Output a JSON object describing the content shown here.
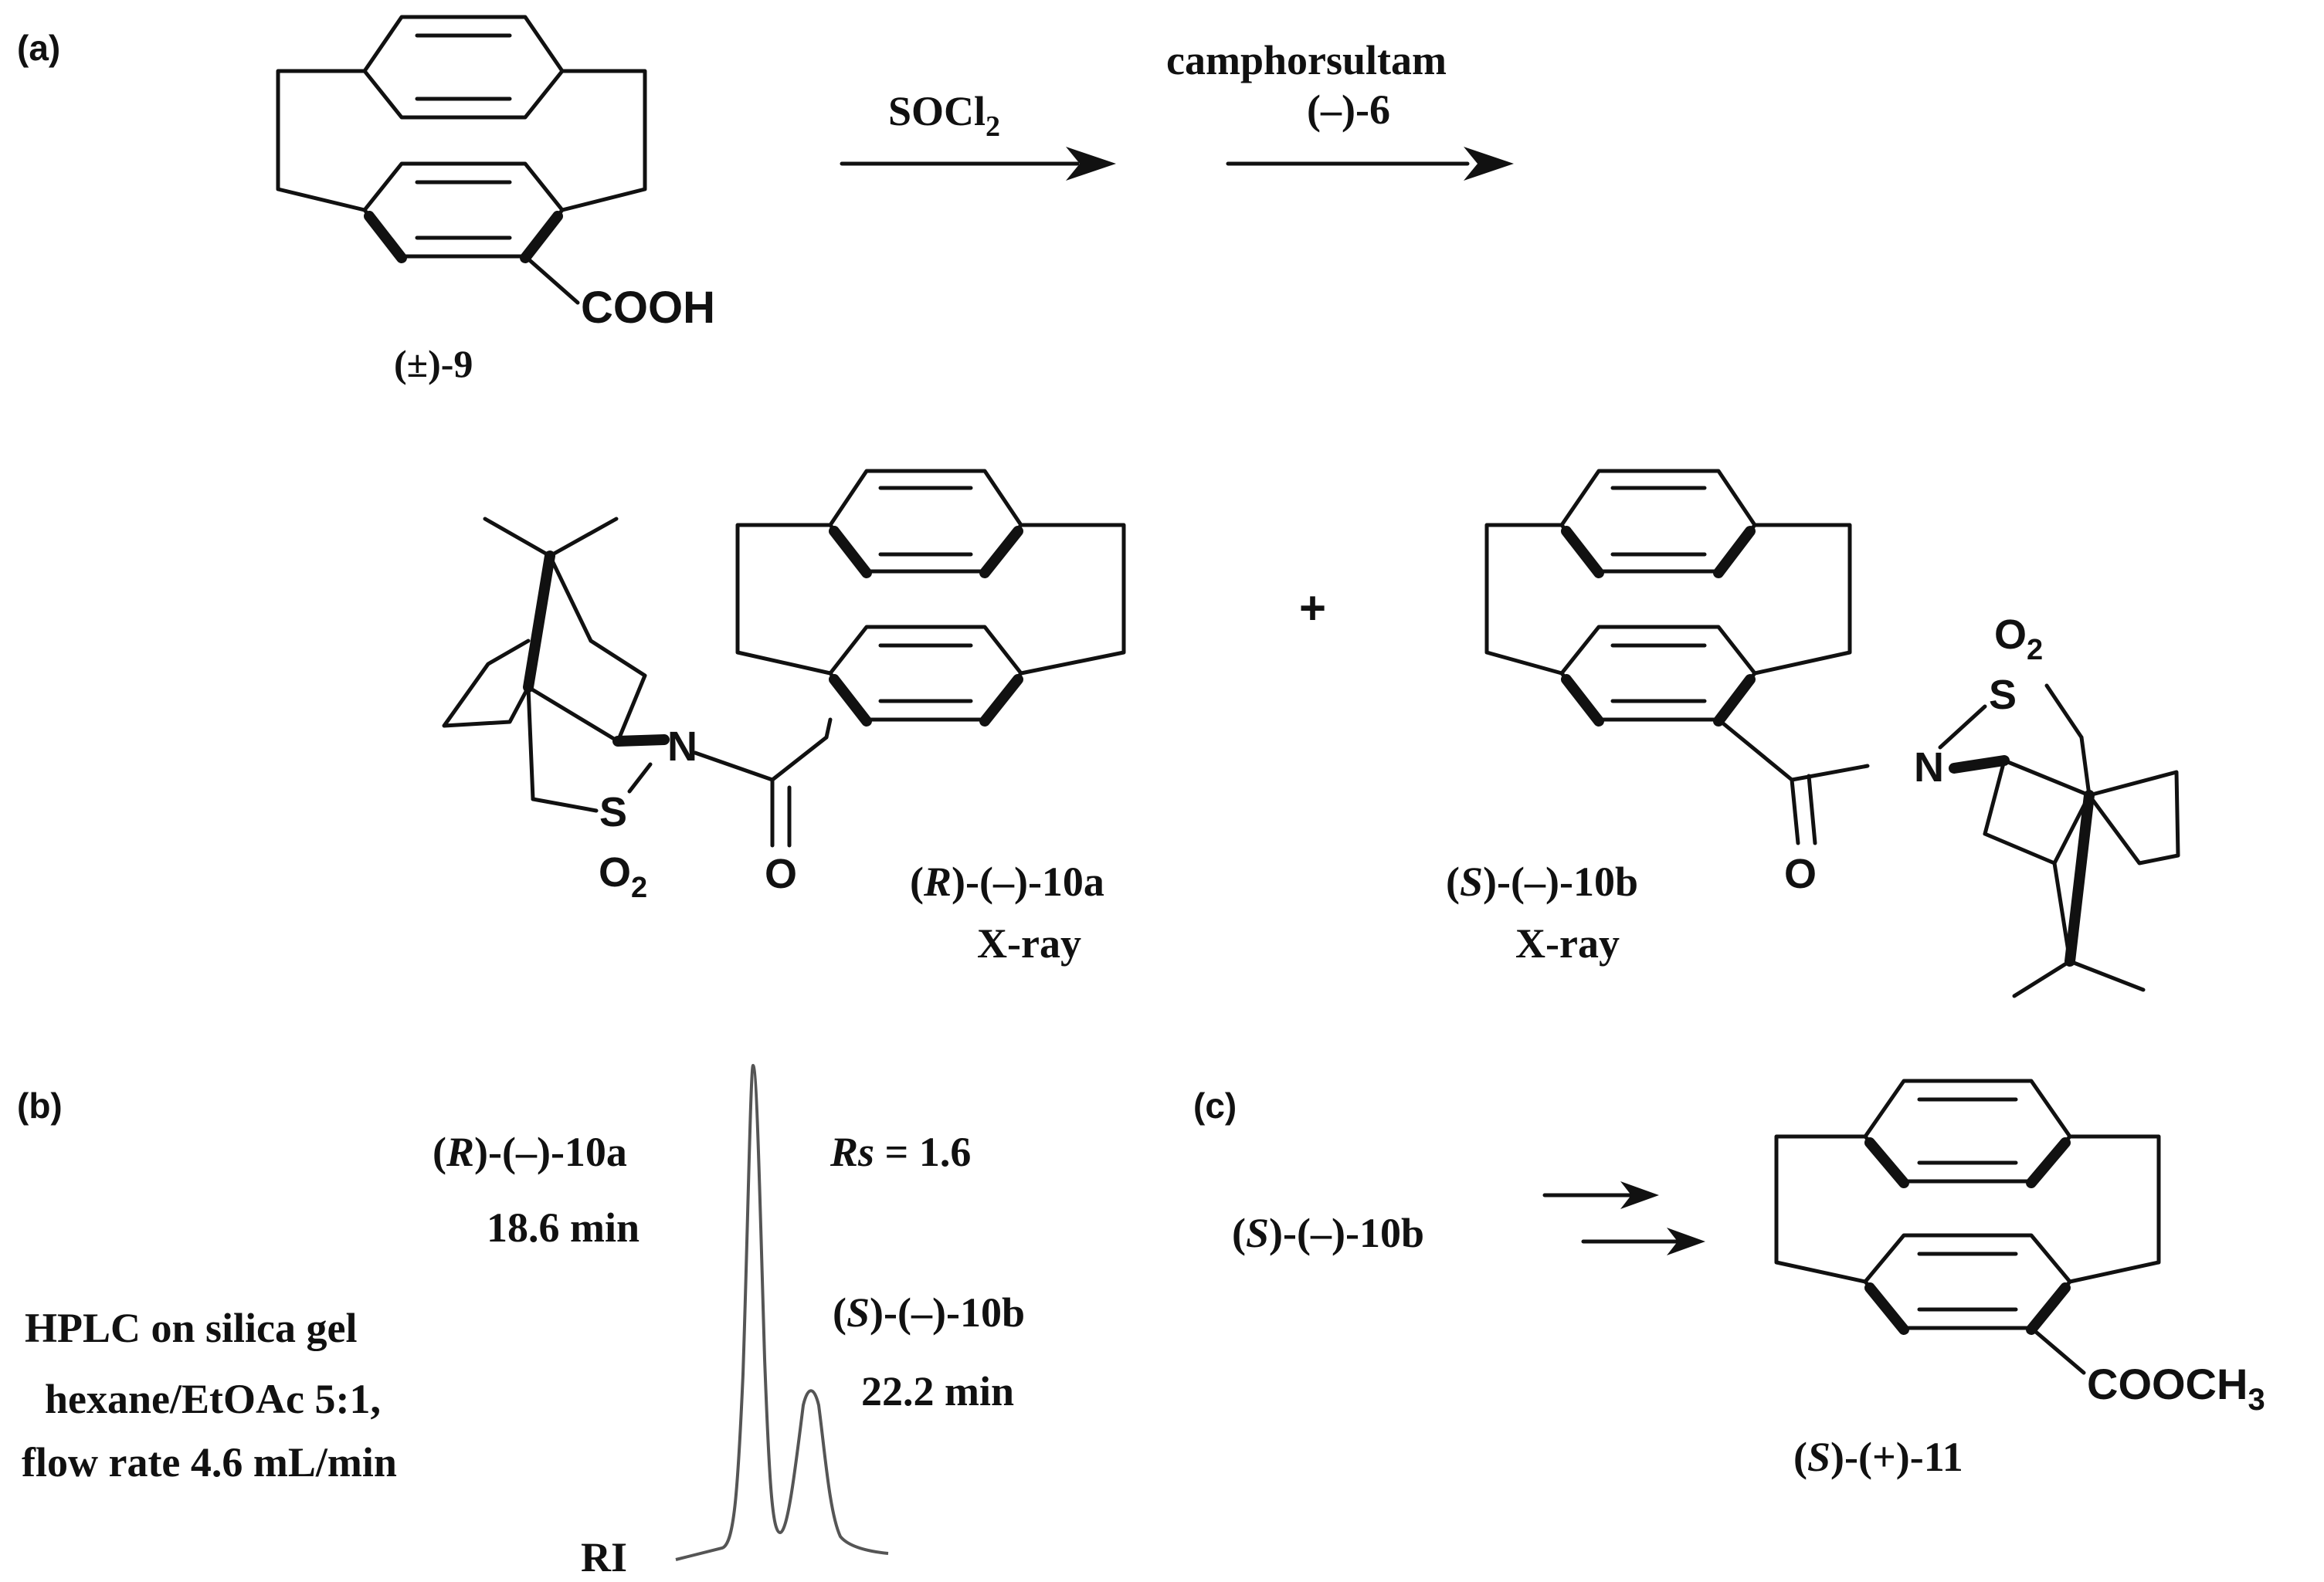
{
  "panels": {
    "a": "(a)",
    "b": "(b)",
    "c": "(c)"
  },
  "reaction_a": {
    "reagent1": "SOCl",
    "reagent1_sub": "2",
    "reagent2_line1": "camphorsultam",
    "reagent2_line2": "(–)-6",
    "start_acid": "COOH",
    "start_label": "(±)-9",
    "plus": "+",
    "left_so2": "O",
    "left_so2_sub": "2",
    "left_s": "S",
    "left_n": "N",
    "left_o": "O",
    "right_so2": "O",
    "right_so2_sub": "2",
    "right_s": "S",
    "right_n": "N",
    "right_o": "O",
    "product_a_prefix": "(",
    "product_a_config": "R",
    "product_a_suffix": ")-(–)-10a",
    "product_a_note": "X-ray",
    "product_b_prefix": "(",
    "product_b_config": "S",
    "product_b_suffix": ")-(–)-10b",
    "product_b_note": "X-ray"
  },
  "hplc_b": {
    "peak1_prefix": "(",
    "peak1_config": "R",
    "peak1_suffix": ")-(–)-10a",
    "peak1_time": "18.6 min",
    "rs_symbol": "Rs",
    "rs_value": " = 1.6",
    "peak2_prefix": "(",
    "peak2_config": "S",
    "peak2_suffix": ")-(–)-10b",
    "peak2_time": "22.2 min",
    "conditions": [
      "HPLC on silica gel",
      "hexane/EtOAc 5:1,",
      "flow rate 4.6 mL/min"
    ],
    "detector": "RI"
  },
  "reaction_c": {
    "start_prefix": "(",
    "start_config": "S",
    "start_suffix": ")-(–)-10b",
    "ester": "COOCH",
    "ester_sub": "3",
    "product_prefix": "(",
    "product_config": "S",
    "product_suffix": ")-(+)-11"
  }
}
